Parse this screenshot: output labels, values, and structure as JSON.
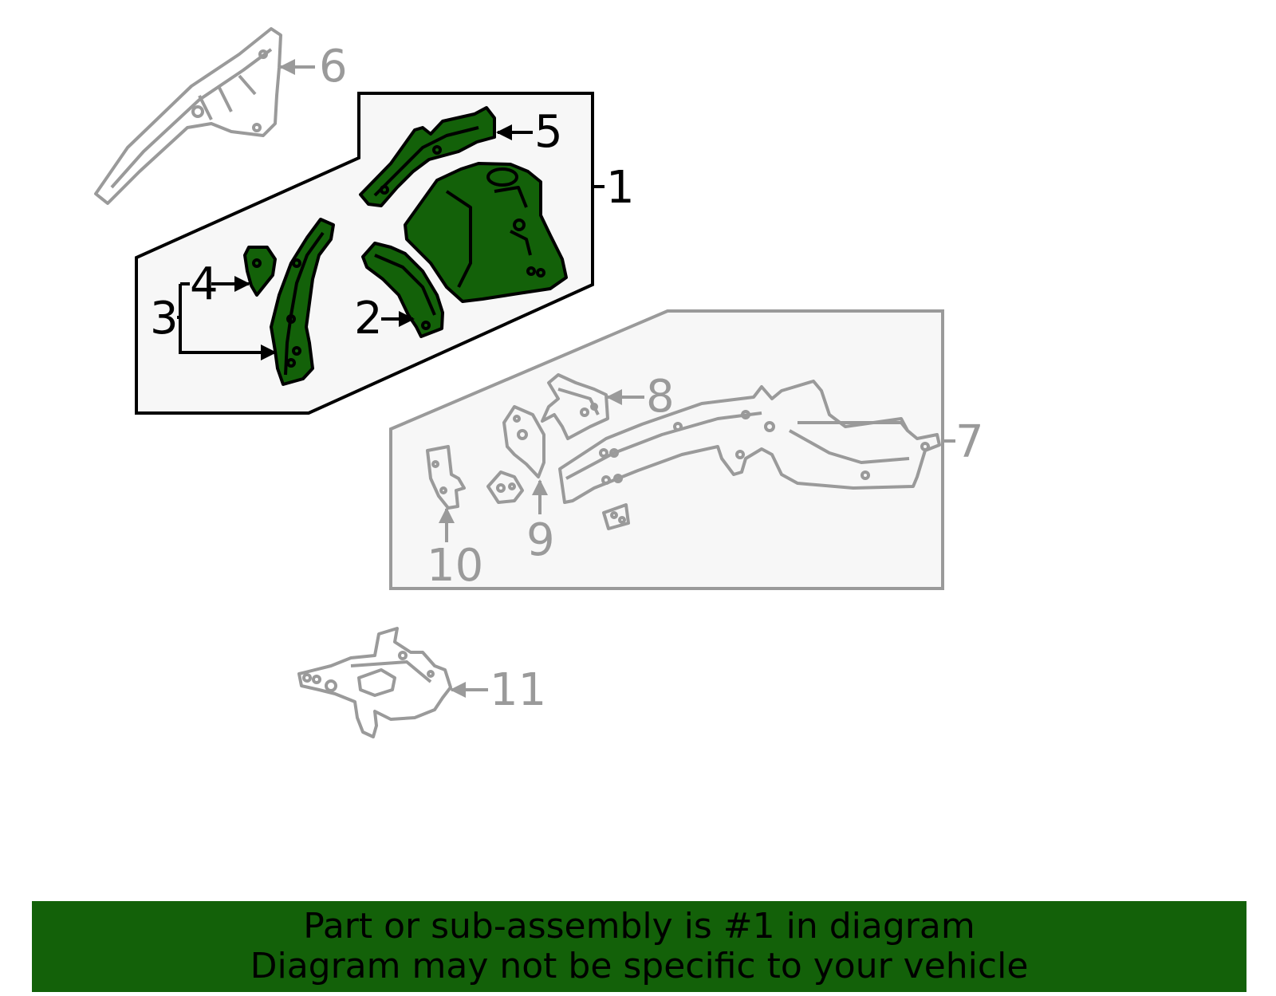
{
  "diagram": {
    "callouts": {
      "c1": "1",
      "c2": "2",
      "c3": "3",
      "c4": "4",
      "c5": "5",
      "c6": "6",
      "c7": "7",
      "c8": "8",
      "c9": "9",
      "c10": "10",
      "c11": "11"
    },
    "colors": {
      "highlight_fill": "#136109",
      "highlight_stroke": "#000000",
      "other_stroke": "#9a9a9a",
      "group_box_fill": "#f7f7f7"
    }
  },
  "banner": {
    "line1": "Part or sub-assembly is #1 in diagram",
    "line2": "Diagram may not be specific to your vehicle",
    "background": "#136109"
  }
}
